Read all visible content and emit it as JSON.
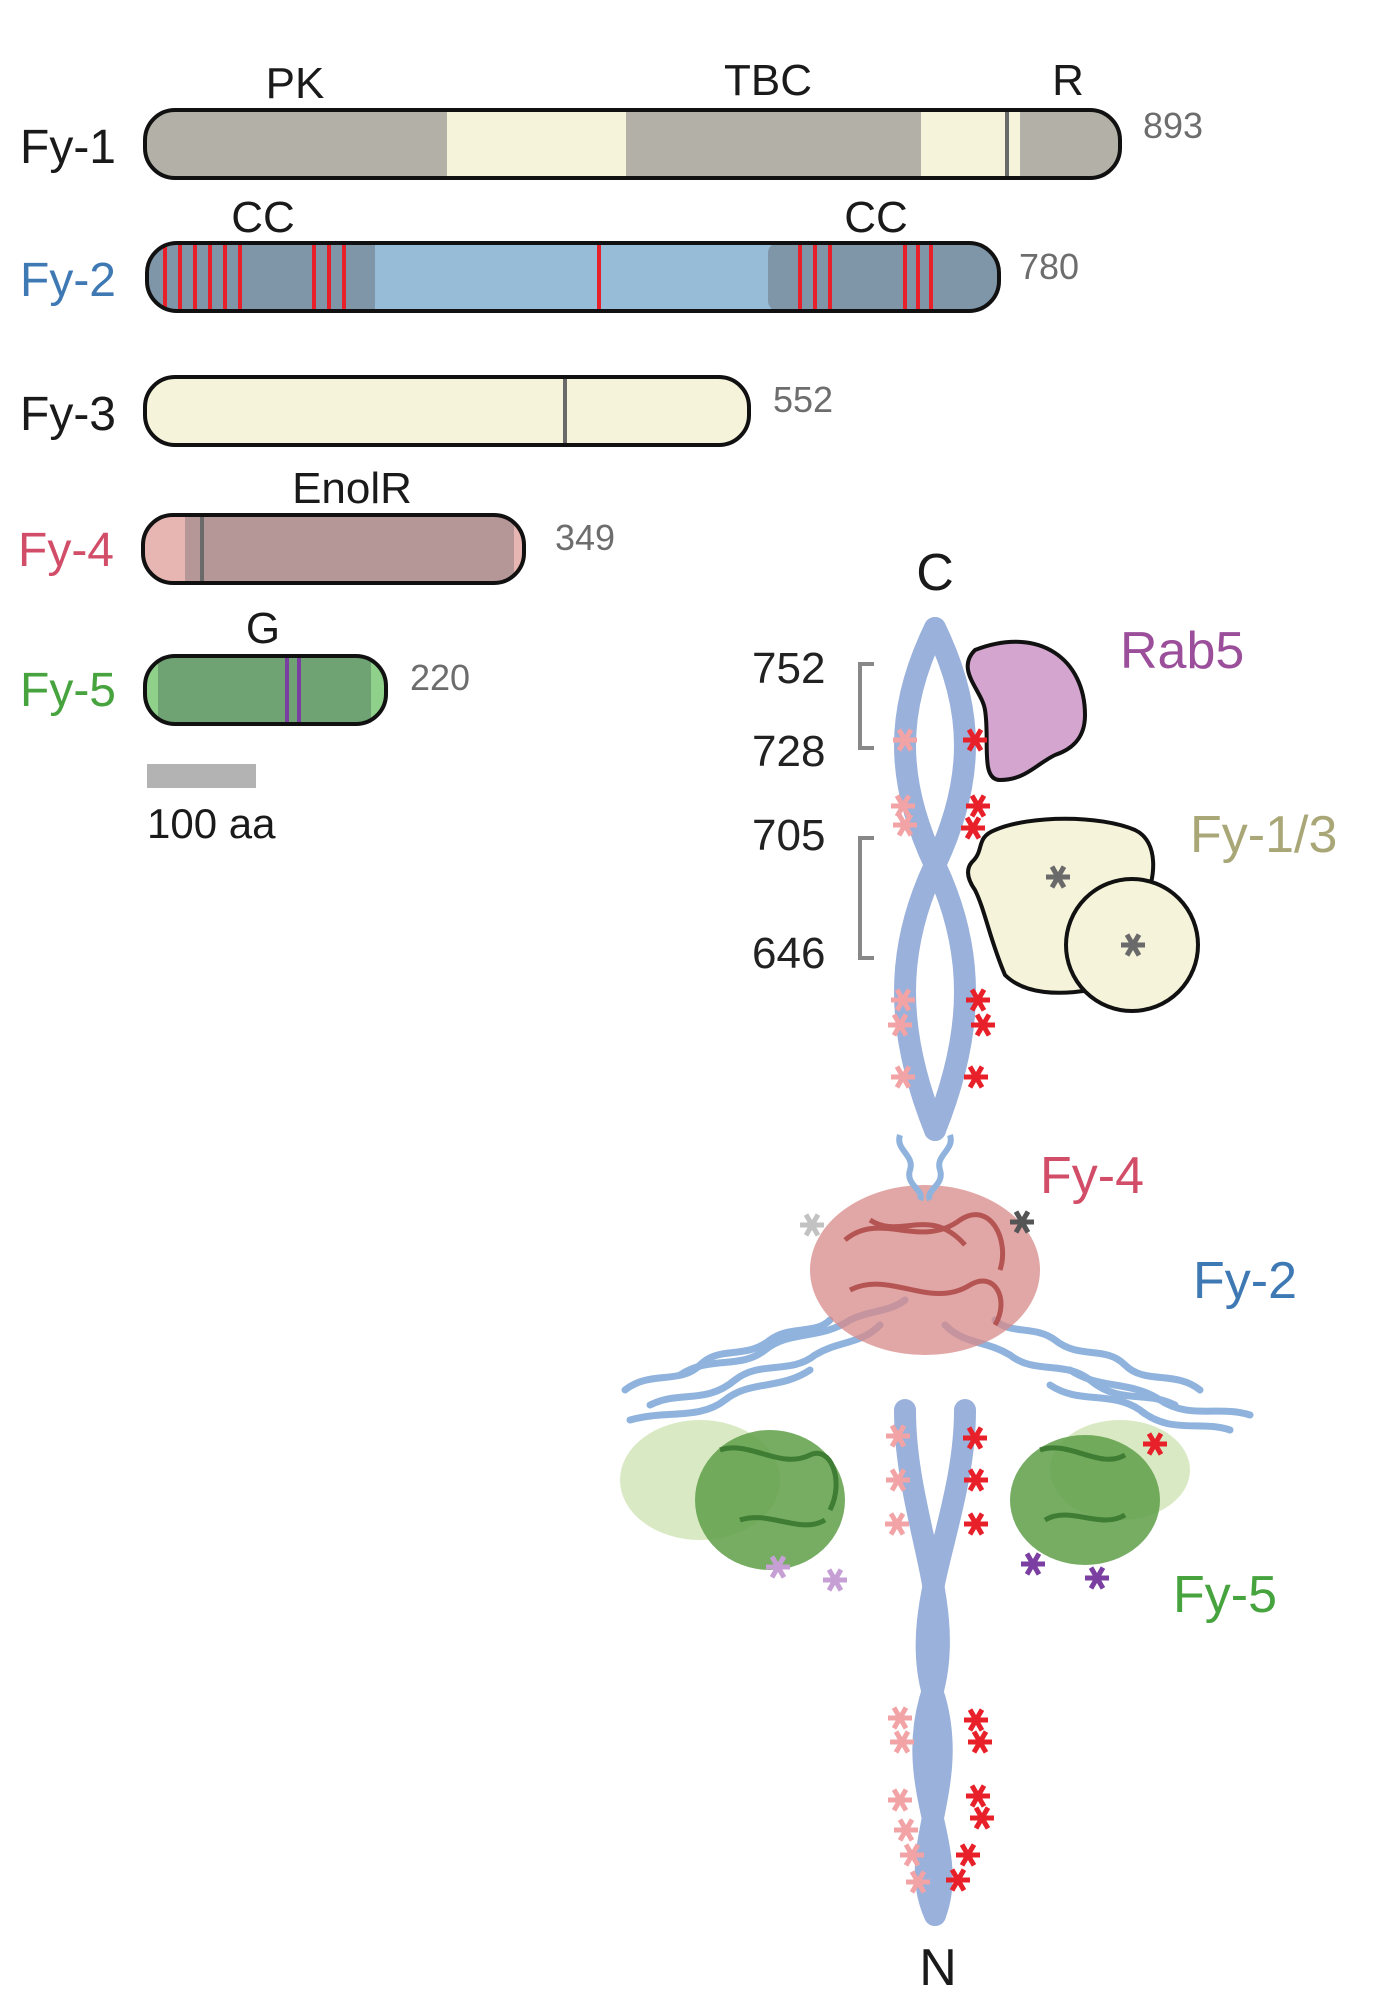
{
  "colors": {
    "fy1": "#1a1a1a",
    "fy2": "#3f79b4",
    "fy3": "#1a1a1a",
    "fy4": "#d24d68",
    "fy5": "#46a33e",
    "rab5": "#9b4f9a",
    "fy13": "#a9a777",
    "grey_domain": "#b3b1a7",
    "cream": "#f5f3da",
    "blue_bar": "#97bcd8",
    "blue_dark": "#7f95a8",
    "pink_bar": "#e8b6b2",
    "mauve": "#b69798",
    "green_bar": "#8fd08a",
    "green_dark": "#6fa374",
    "red_mark": "#e8202a",
    "pink_mark": "#f2a3a6",
    "purple_mark": "#7a3fa0",
    "helix": "#8fa9d8"
  },
  "proteins": [
    {
      "name": "Fy-1",
      "length": "893"
    },
    {
      "name": "Fy-2",
      "length": "780"
    },
    {
      "name": "Fy-3",
      "length": "552"
    },
    {
      "name": "Fy-4",
      "length": "349"
    },
    {
      "name": "Fy-5",
      "length": "220"
    }
  ],
  "domains": {
    "fy1_pk": "PK",
    "fy1_tbc": "TBC",
    "fy1_r": "R",
    "fy2_cc_left": "CC",
    "fy2_cc_right": "CC",
    "fy4_enolr": "EnolR",
    "fy5_g": "G"
  },
  "scale_bar": {
    "label": "100 aa"
  },
  "model": {
    "c_terminus": "C",
    "n_terminus": "N",
    "residues": [
      "752",
      "728",
      "705",
      "646"
    ],
    "rab5": "Rab5",
    "fy13": "Fy-1/3",
    "fy4": "Fy-4",
    "fy2": "Fy-2",
    "fy5": "Fy-5"
  }
}
